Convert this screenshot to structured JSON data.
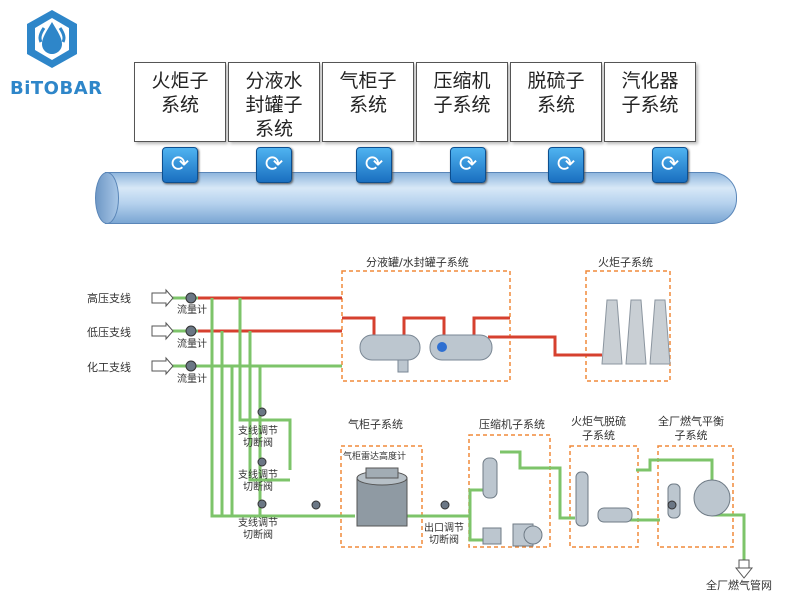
{
  "brand": {
    "name": "BiTOBAR"
  },
  "subsystems": [
    {
      "label": "火炬子\n系统"
    },
    {
      "label": "分液水\n封罐子\n系统"
    },
    {
      "label": "气柜子\n系统"
    },
    {
      "label": "压缩机\n子系统"
    },
    {
      "label": "脱硫子\n系统"
    },
    {
      "label": "汽化器\n子系统"
    }
  ],
  "diagram": {
    "inputs": [
      "高压支线",
      "低压支线",
      "化工支线"
    ],
    "flowmeter_label": "流量计",
    "valve_labels": [
      "支线调节\n切断阀",
      "支线调节\n切断阀",
      "支线调节\n切断阀"
    ],
    "groups": {
      "knockout": "分液罐/水封罐子系统",
      "flare": "火炬子系统",
      "gasholder": "气柜子系统",
      "radar": "气柜雷达高度计",
      "outlet_valve": "出口调节\n切断阀",
      "compressor": "压缩机子系统",
      "desulfur": "火炬气脱硫\n子系统",
      "balance": "全厂燃气平衡\n子系统",
      "output": "全厂燃气管网"
    }
  },
  "colors": {
    "red_pipe": "#d6402f",
    "green_pipe": "#7dc46a",
    "box_border": "#f08a3a",
    "brand_blue": "#2e86c9"
  }
}
